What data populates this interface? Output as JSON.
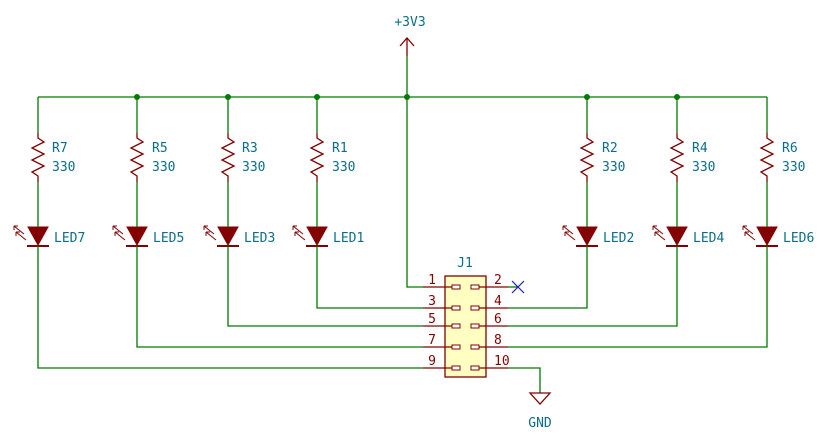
{
  "power": {
    "label": "+3V3"
  },
  "ground": {
    "label": "GND"
  },
  "resistors": [
    {
      "ref": "R7",
      "value": "330"
    },
    {
      "ref": "R5",
      "value": "330"
    },
    {
      "ref": "R3",
      "value": "330"
    },
    {
      "ref": "R1",
      "value": "330"
    },
    {
      "ref": "R2",
      "value": "330"
    },
    {
      "ref": "R4",
      "value": "330"
    },
    {
      "ref": "R6",
      "value": "330"
    }
  ],
  "leds": [
    "LED7",
    "LED5",
    "LED3",
    "LED1",
    "LED2",
    "LED4",
    "LED6"
  ],
  "connector": {
    "ref": "J1",
    "left_pins": [
      "1",
      "3",
      "5",
      "7",
      "9"
    ],
    "right_pins": [
      "2",
      "4",
      "6",
      "8",
      "10"
    ]
  }
}
